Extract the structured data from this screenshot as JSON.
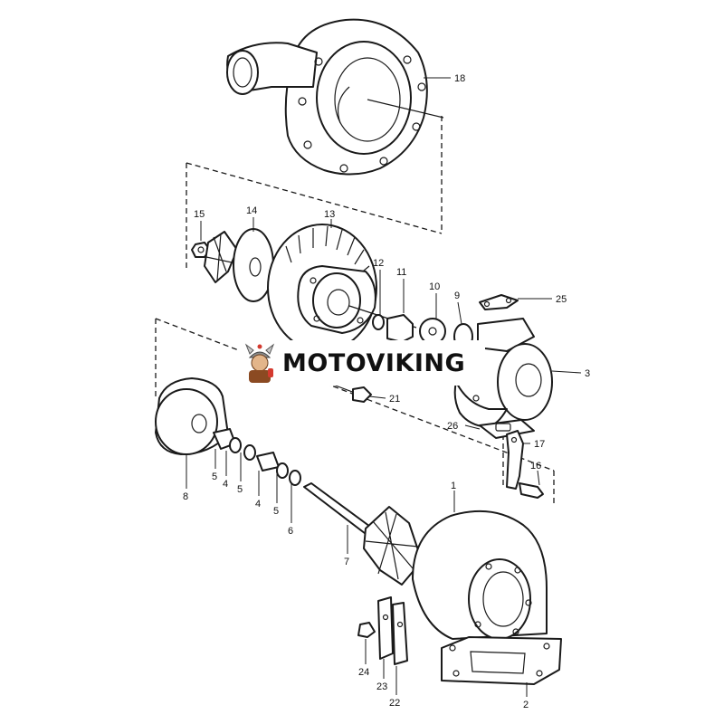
{
  "diagram": {
    "labels": {
      "p1": "1",
      "p2": "2",
      "p3": "3",
      "p4a": "4",
      "p4b": "4",
      "p5a": "5",
      "p5b": "5",
      "p5c": "5",
      "p6": "6",
      "p7": "7",
      "p8": "8",
      "p9": "9",
      "p10": "10",
      "p11": "11",
      "p12": "12",
      "p13": "13",
      "p14": "14",
      "p15": "15",
      "p16": "16",
      "p17": "17",
      "p18": "18",
      "p21": "21",
      "p22": "22",
      "p23": "23",
      "p24": "24",
      "p25": "25",
      "p26": "26"
    }
  },
  "watermark": {
    "text": "MOTOVIKING",
    "icon": "viking-mascot-icon"
  }
}
